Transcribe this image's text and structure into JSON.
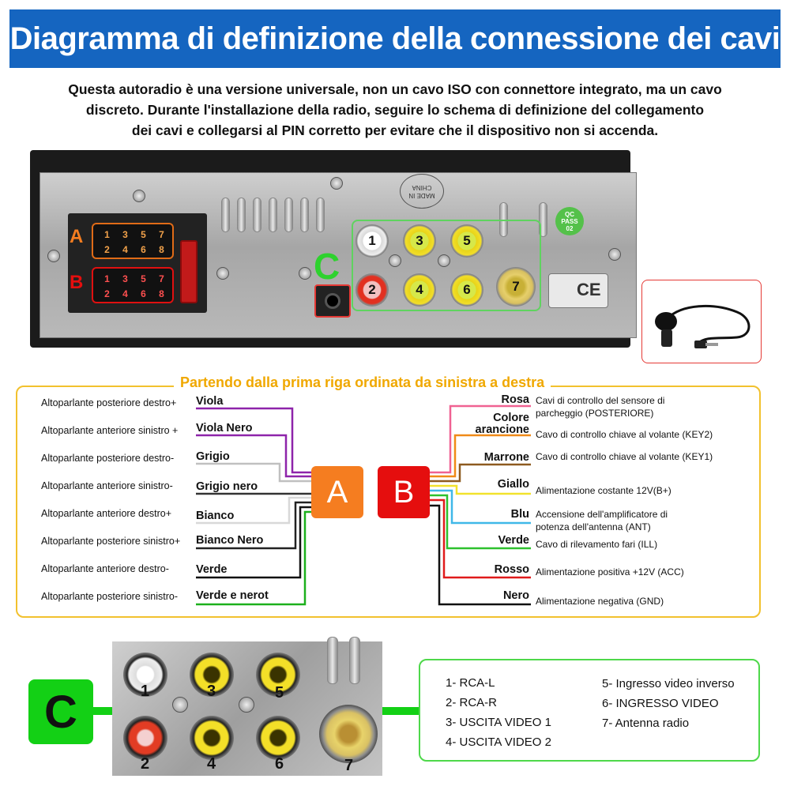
{
  "title": "Diagramma di definizione della connessione dei cavi",
  "intro": [
    "Questa autoradio è una versione universale, non un cavo ISO con connettore integrato, ma un cavo",
    "discreto. Durante l'installazione della radio, seguire lo schema di definizione del collegamento",
    "dei cavi e collegarsi al PIN corretto per evitare che il dispositivo non si accenda."
  ],
  "panel": {
    "conn_a": "A",
    "conn_b": "B",
    "conn_c": "C",
    "pins_top": [
      "1",
      "3",
      "5",
      "7"
    ],
    "pins_bottom": [
      "2",
      "4",
      "6",
      "8"
    ],
    "rca_numbers": [
      "1",
      "2",
      "3",
      "4",
      "5",
      "6",
      "7"
    ],
    "made_in": [
      "MADE IN",
      "CHINA"
    ],
    "qc": [
      "QC",
      "PASS",
      "02"
    ],
    "ce": "CE"
  },
  "wiring": {
    "heading": "Partendo dalla prima riga ordinata da sinistra a destra",
    "box_a": "A",
    "box_b": "B",
    "left": [
      {
        "desc": "Altoparlante posteriore destro+",
        "color_name": "Viola",
        "wire": "#8e24aa"
      },
      {
        "desc": "Altoparlante anteriore sinistro +",
        "color_name": "Viola Nero",
        "wire": "#8e24aa"
      },
      {
        "desc": "Altoparlante posteriore destro-",
        "color_name": "Grigio",
        "wire": "#b0b0b0"
      },
      {
        "desc": "Altoparlante anteriore sinistro-",
        "color_name": "Grigio nero",
        "wire": "#555555"
      },
      {
        "desc": "Altoparlante anteriore destro+",
        "color_name": "Bianco",
        "wire": "#d8d8d8"
      },
      {
        "desc": "Altoparlante posteriore sinistro+",
        "color_name": "Bianco Nero",
        "wire": "#222222"
      },
      {
        "desc": "Altoparlante anteriore destro-",
        "color_name": "Verde",
        "wire": "#111111"
      },
      {
        "desc": "Altoparlante posteriore sinistro-",
        "color_name": "Verde e nerot",
        "wire": "#1cb01c"
      }
    ],
    "right": [
      {
        "color_name": "Rosa",
        "desc": [
          "Cavi di controllo del sensore di",
          "parcheggio (POSTERIORE)"
        ],
        "wire": "#f06292"
      },
      {
        "color_name": "Colore arancione",
        "color_lines": [
          "Colore",
          "arancione"
        ],
        "desc": [
          "Cavo di controllo chiave al volante (KEY2)"
        ],
        "wire": "#f08a18"
      },
      {
        "color_name": "Marrone",
        "desc": [
          "Cavo di controllo chiave al volante (KEY1)"
        ],
        "wire": "#8d5a1f"
      },
      {
        "color_name": "Giallo",
        "desc": [
          "Alimentazione costante 12V(B+)"
        ],
        "wire": "#f2e22c"
      },
      {
        "color_name": "Blu",
        "desc": [
          "Accensione dell'amplificatore di",
          "potenza dell'antenna (ANT)"
        ],
        "wire": "#40b8e8"
      },
      {
        "color_name": "Verde",
        "desc": [
          "Cavo di rilevamento fari (ILL)"
        ],
        "wire": "#2ec12e"
      },
      {
        "color_name": "Rosso",
        "desc": [
          "Alimentazione positiva +12V (ACC)"
        ],
        "wire": "#e01b1b"
      },
      {
        "color_name": "Nero",
        "desc": [
          "Alimentazione negativa (GND)"
        ],
        "wire": "#111111"
      }
    ]
  },
  "rca_section": {
    "label": "C",
    "numbers": [
      "1",
      "2",
      "3",
      "4",
      "5",
      "6",
      "7"
    ],
    "legend_left": [
      "1- RCA-L",
      "2- RCA-R",
      "3- USCITA VIDEO 1",
      "4- USCITA VIDEO 2"
    ],
    "legend_right": [
      "5- Ingresso video inverso",
      "6- INGRESSO VIDEO",
      "7- Antenna radio"
    ]
  },
  "colors": {
    "banner": "#1565c0",
    "accent_orange": "#f57d20",
    "accent_red": "#e50e0e",
    "accent_green": "#13d015",
    "frame_yellow": "#f2c12e"
  }
}
